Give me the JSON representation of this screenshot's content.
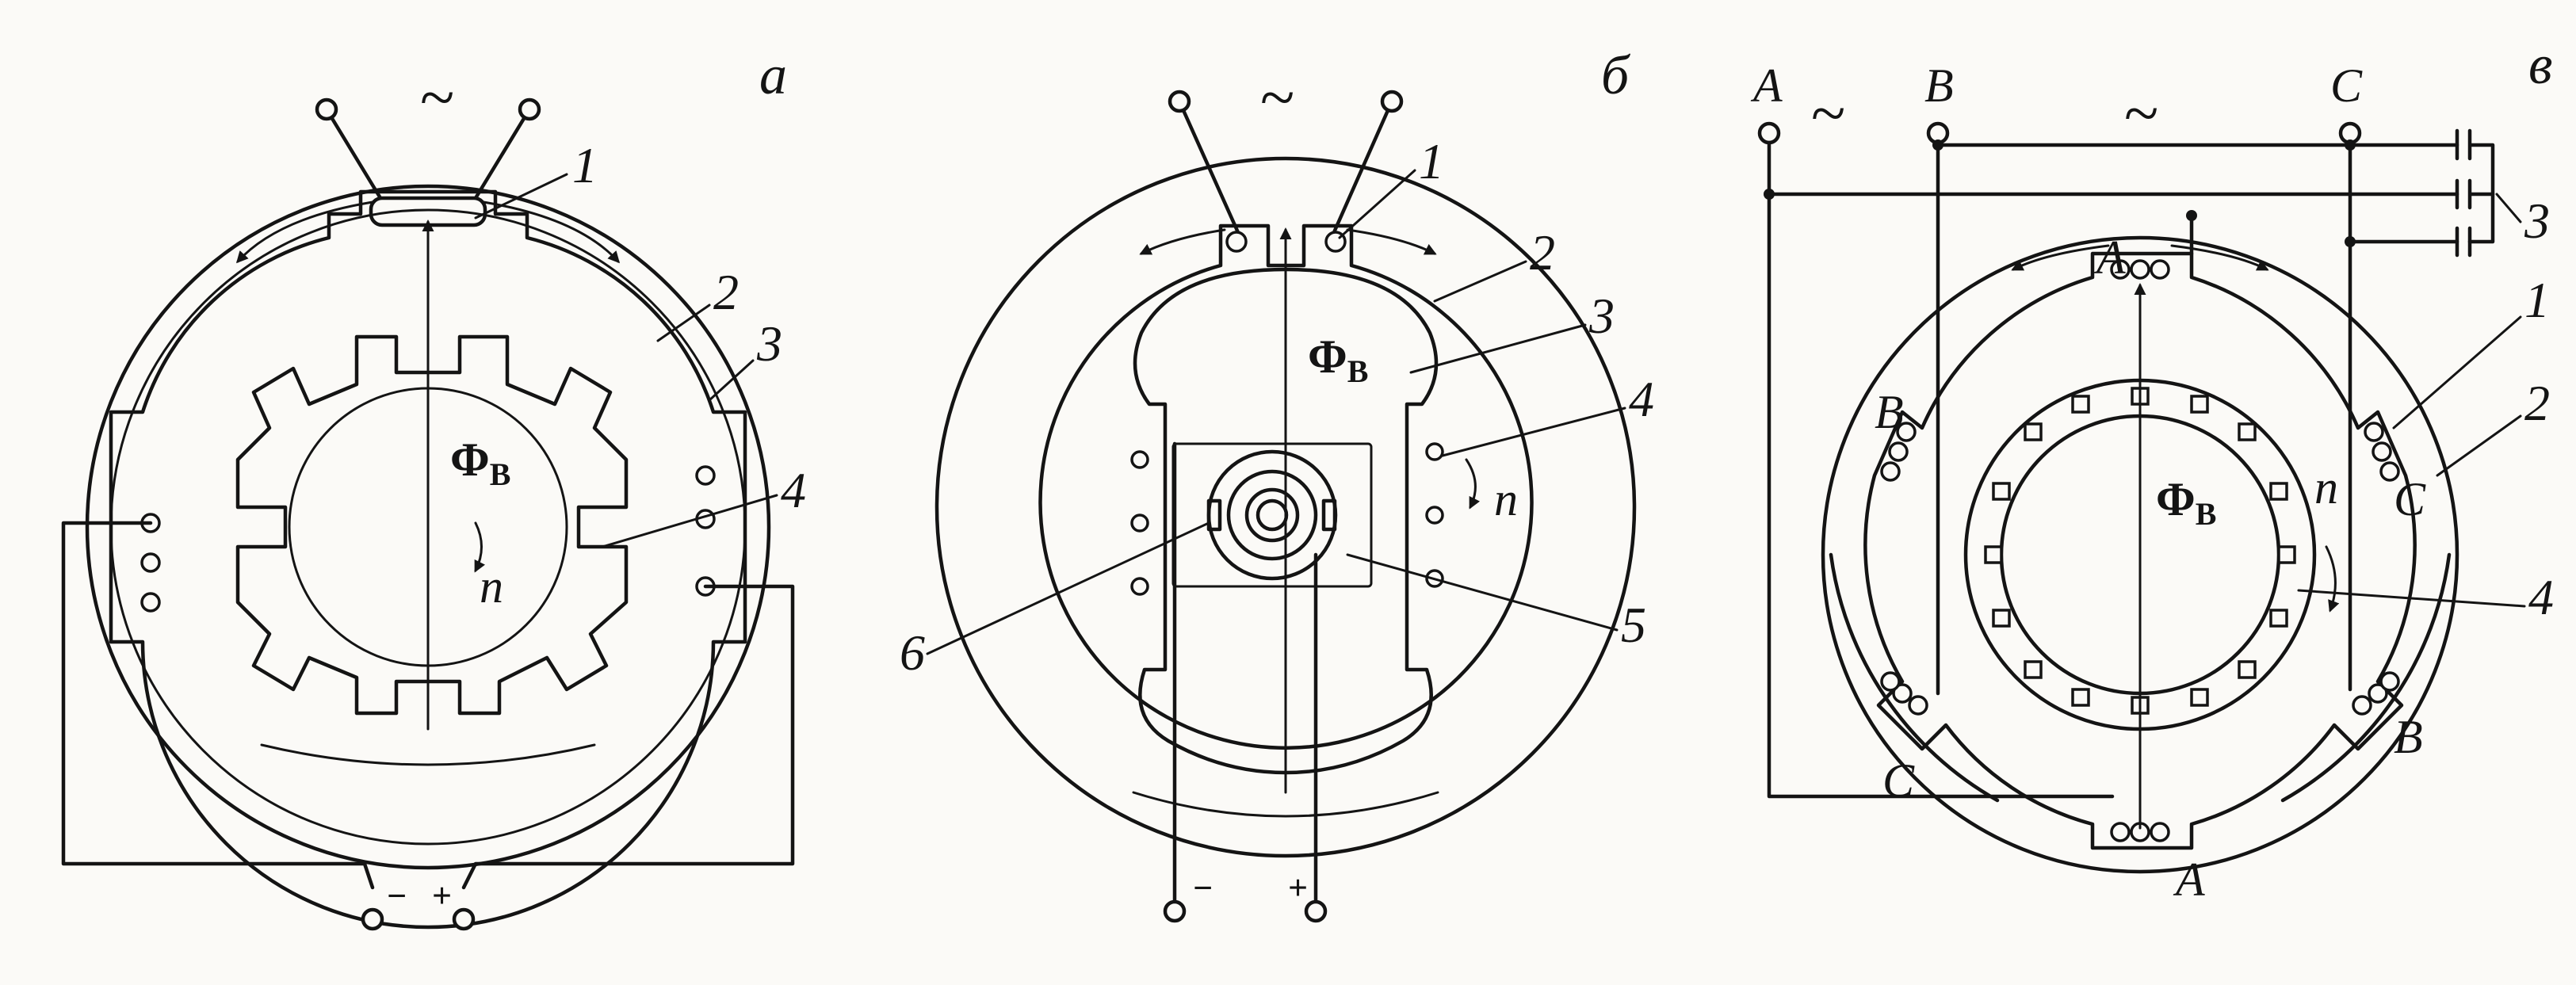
{
  "figure": {
    "panels": [
      {
        "label": "а",
        "ac_symbol": "~",
        "callouts": [
          "1",
          "2",
          "3",
          "4"
        ],
        "flux_symbol": "Φ",
        "flux_subscript": "В",
        "rotation": "n",
        "dc_minus": "−",
        "dc_plus": "+"
      },
      {
        "label": "б",
        "ac_symbol": "~",
        "callouts": [
          "1",
          "2",
          "3",
          "4",
          "5",
          "6"
        ],
        "flux_symbol": "Φ",
        "flux_subscript": "В",
        "rotation": "n",
        "dc_minus": "−",
        "dc_plus": "+"
      },
      {
        "label": "в",
        "ac_symbol": "~",
        "phases": {
          "top_terminals": [
            "A",
            "B",
            "C"
          ],
          "stator_poles": [
            "A",
            "B",
            "C",
            "C",
            "B",
            "A"
          ]
        },
        "callouts": [
          "1",
          "2",
          "3",
          "4"
        ],
        "flux_symbol": "Φ",
        "flux_subscript": "В",
        "rotation": "n"
      }
    ]
  }
}
